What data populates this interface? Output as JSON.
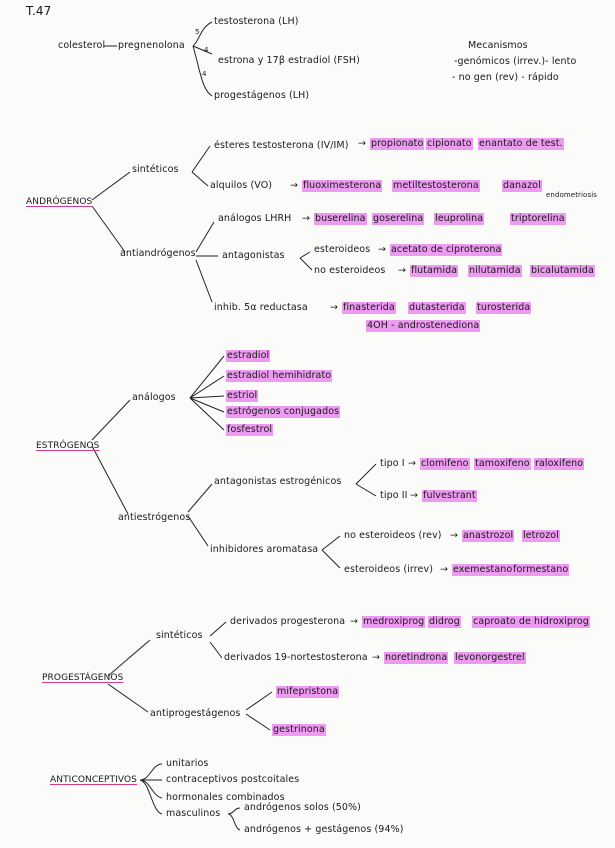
{
  "title": "T.47",
  "top": {
    "colesterol": "colesterol",
    "pregnenolona": "pregnenolona",
    "n5": "5",
    "n4a": "4",
    "n4b": "4",
    "testosterona": "testosterona (LH)",
    "estrona": "estrona y 17β estradiol (FSH)",
    "progestagenos": "progestágenos (LH)",
    "mecanismos": "Mecanismos",
    "genomicos": "-genómicos (irrev.)- lento",
    "nogen": "- no gen (rev) - rápido"
  },
  "androgenos": {
    "head": "ANDRÓGENOS",
    "sinteticos": "sintéticos",
    "esteres": "ésteres testosterona (IV/IM)",
    "propionato": "propionato",
    "cipionato": "cipionato",
    "enantato": "enantato de test.",
    "alquilos": "alquilos (VO)",
    "fluoxi": "fluoximesterona",
    "metil": "metiltestosterona",
    "danazol": "danazol",
    "endometriosis": "endometriosis",
    "antiandrogenos": "antiandrógenos",
    "analogos_lhrh": "análogos LHRH",
    "buserelina": "buserelina",
    "goserelina": "goserelina",
    "leuprolina": "leuprolina",
    "triptorelina": "triptorelina",
    "antagonistas": "antagonistas",
    "esteroideos": "esteroideos",
    "ciproterona": "acetato de ciproterona",
    "no_esteroideos": "no esteroideos",
    "flutamida": "flutamida",
    "nilutamida": "nilutamida",
    "bicalutamida": "bicalutamida",
    "inhib": "inhib. 5α reductasa",
    "finasterida": "finasterida",
    "dutasterida": "dutasterida",
    "turosterida": "turosterida",
    "ohandro": "4OH - androstenediona"
  },
  "estrogenos": {
    "head": "ESTRÓGENOS",
    "analogos": "análogos",
    "estradiol": "estradiol",
    "hemihidrato": "estradiol hemihidrato",
    "estriol": "estriol",
    "conjugados": "estrógenos conjugados",
    "fosfestrol": "fosfestrol",
    "antiestrogenos": "antiestrógenos",
    "antagonistas": "antagonistas estrogénicos",
    "tipo1": "tipo I",
    "clomifeno": "clomifeno",
    "tamoxifeno": "tamoxifeno",
    "raloxifeno": "raloxifeno",
    "tipo2": "tipo II",
    "fulvestrant": "fulvestrant",
    "inhibidores": "inhibidores aromatasa",
    "no_esteroideos": "no esteroideos (rev)",
    "anastrozol": "anastrozol",
    "letrozol": "letrozol",
    "esteroideos": "esteroideos (irrev)",
    "exemestano": "exemestano",
    "formestano": "formestano"
  },
  "progestagenos": {
    "head": "PROGESTÁGENOS",
    "sinteticos": "sintéticos",
    "derivados_prog": "derivados progesterona",
    "medroxiprog": "medroxiprog",
    "didrog": "didrog",
    "caproato": "caproato de hidroxiprog",
    "derivados_19": "derivados 19-nortestosterona",
    "noretindrona": "noretindrona",
    "levonorgestrel": "levonorgestrel",
    "antiprogestagenos": "antiprogestágenos",
    "mifepristona": "mifepristona",
    "gestrinona": "gestrinona"
  },
  "anticonceptivos": {
    "head": "ANTICONCEPTIVOS",
    "unitarios": "unitarios",
    "postcoitales": "contraceptivos postcoitales",
    "hormonales": "hormonales combinados",
    "masculinos": "masculinos",
    "andro_solos": "andrógenos solos (50%)",
    "andro_gest": "andrógenos + gestágenos (94%)"
  }
}
